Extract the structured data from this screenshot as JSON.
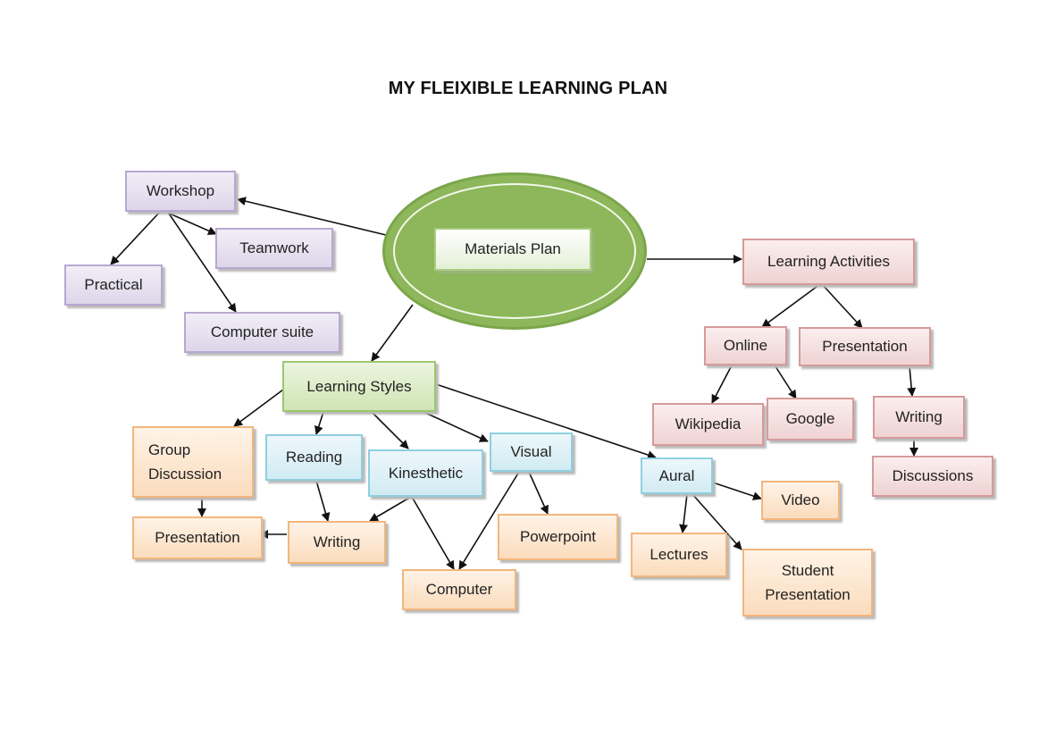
{
  "title": "MY FLEIXIBLE LEARNING PLAN",
  "center": "Materials Plan",
  "nodes": {
    "workshop": "Workshop",
    "teamwork": "Teamwork",
    "practical": "Practical",
    "computer_suite": "Computer suite",
    "learning_activities": "Learning Activities",
    "online": "Online",
    "presentation_la": "Presentation",
    "wikipedia": "Wikipedia",
    "google": "Google",
    "writing_la": "Writing",
    "discussions": "Discussions",
    "learning_styles": "Learning Styles",
    "group_discussion": "Group\nDiscussion",
    "presentation_gd": "Presentation",
    "reading": "Reading",
    "writing_ls": "Writing",
    "kinesthetic": "Kinesthetic",
    "computer": "Computer",
    "visual": "Visual",
    "powerpoint": "Powerpoint",
    "aural": "Aural",
    "video": "Video",
    "lectures": "Lectures",
    "student_presentation": "Student\nPresentation"
  },
  "colors": {
    "workshop_group": "#b7a8d0",
    "activities_group": "#d69a9a",
    "styles_group": "#9cc66e",
    "modality_group": "#8fcfdf",
    "output_group": "#f2b67d",
    "center_ellipse": "#8db75a"
  }
}
